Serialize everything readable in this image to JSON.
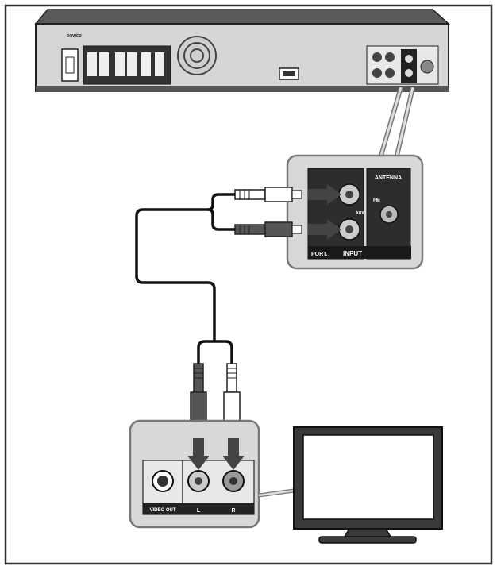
{
  "receiver": {
    "power_label": "POWER",
    "antenna_label": "ANTENNA",
    "fm_label": "FM",
    "aux_label": "AUX",
    "input_label": "INPUT",
    "port_label": "PORT."
  },
  "tv_panel": {
    "video_out_label": "VIDEO OUT",
    "left_label": "L",
    "right_label": "R"
  },
  "colors": {
    "frame": "#333333",
    "device_body": "#4a4a4a",
    "panel_fill": "#dcdcdc",
    "arrow": "#444444"
  }
}
